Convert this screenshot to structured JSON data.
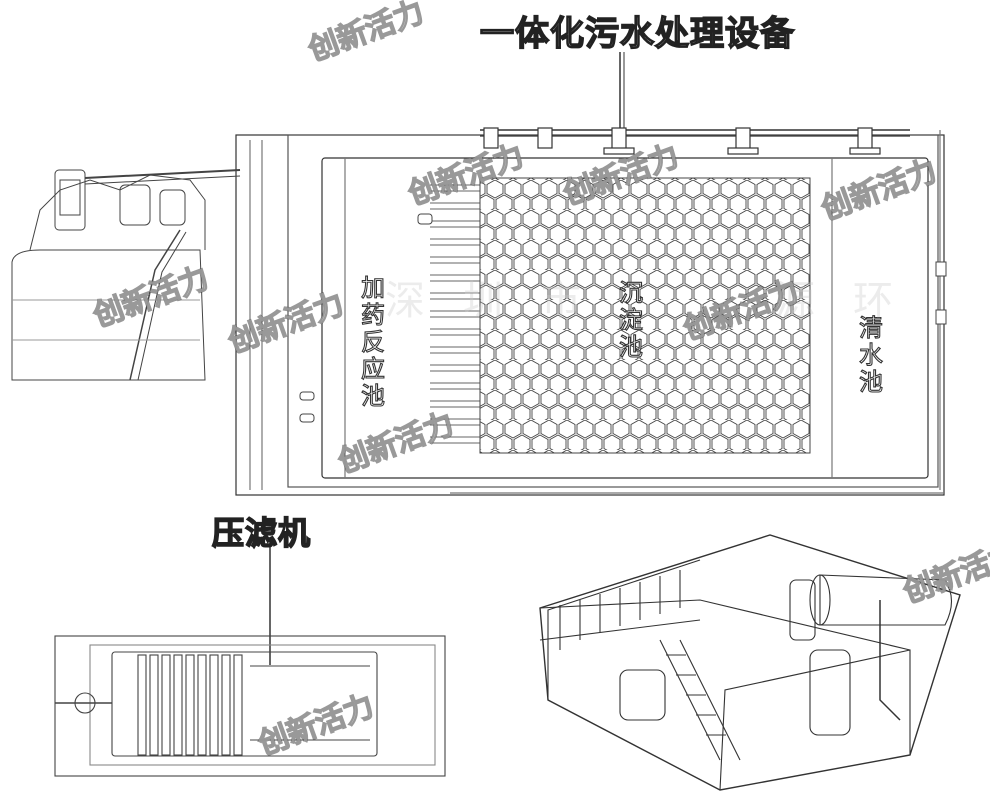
{
  "labels": {
    "integrated_equipment": "一体化污水处理设备",
    "filter_press": "压滤机",
    "dosing_tank": "加药反应池",
    "settling_tank": "沉淀池",
    "clear_water_tank": "清水池"
  },
  "watermark": {
    "text": "创新活力",
    "faint_text": "深圳市　　源环"
  },
  "colors": {
    "line": "#333333",
    "light_line": "#999999",
    "background": "#ffffff"
  }
}
